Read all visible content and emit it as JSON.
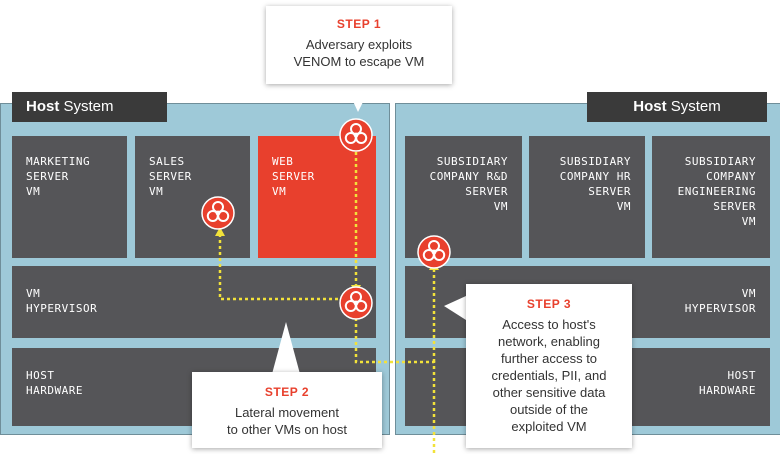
{
  "left_host": {
    "title_bold": "Host",
    "title_rest": " System",
    "vms": [
      {
        "label": "MARKETING\nSERVER\nVM"
      },
      {
        "label": "SALES\nSERVER\nVM"
      },
      {
        "label": "WEB\nSERVER\nVM"
      }
    ],
    "hypervisor": "VM\nHYPERVISOR",
    "hardware": "HOST\nHARDWARE"
  },
  "right_host": {
    "title_bold": "Host",
    "title_rest": " System",
    "vms": [
      {
        "label": "SUBSIDIARY\nCOMPANY R&D\nSERVER\nVM"
      },
      {
        "label": "SUBSIDIARY\nCOMPANY HR\nSERVER\nVM"
      },
      {
        "label": "SUBSIDIARY\nCOMPANY\nENGINEERING\nSERVER\nVM"
      }
    ],
    "hypervisor": "VM\nHYPERVISOR",
    "hardware": "HOST\nHARDWARE"
  },
  "steps": [
    {
      "step": "STEP 1",
      "desc": "Adversary exploits\nVENOM to escape VM"
    },
    {
      "step": "STEP 2",
      "desc": "Lateral movement\nto other VMs on host"
    },
    {
      "step": "STEP 3",
      "desc": "Access to host's\nnetwork, enabling\nfurther access to\ncredentials, PII, and\nother sensitive data\noutside of the\nexploited VM"
    }
  ],
  "colors": {
    "accent": "#e8402d",
    "host_bg": "#9ec9d8",
    "box_bg": "#555558",
    "path": "#f2e23a"
  },
  "icons": [
    "biohazard-icon"
  ]
}
